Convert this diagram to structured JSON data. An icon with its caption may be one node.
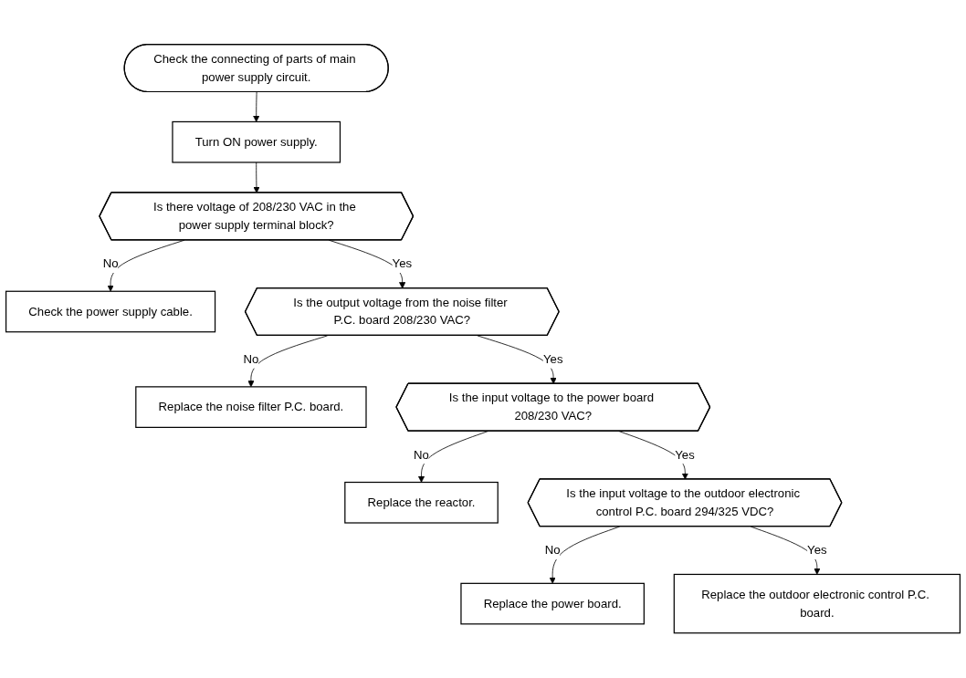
{
  "diagram": {
    "nodes": [
      {
        "text": [
          "Check the connecting of parts of main power supply circuit."
        ]
      },
      {
        "text": [
          "Turn ON power supply."
        ]
      },
      {
        "text": [
          "Is there voltage of 208/230 VAC in the power supply terminal block?"
        ]
      },
      {
        "text": [
          "Check the power supply cable."
        ]
      },
      {
        "text": [
          "Is the output voltage from the noise filter P.C. board 208/230 VAC?"
        ]
      },
      {
        "text": [
          "Replace the noise filter P.C. board."
        ]
      },
      {
        "text": [
          "Is the input voltage to the power board 208/230 VAC?"
        ]
      },
      {
        "text": [
          "Replace the reactor."
        ]
      },
      {
        "text": [
          "Is the input voltage to the outdoor electronic control P.C. board 294/325 VDC?"
        ]
      },
      {
        "text": [
          "Replace the power board."
        ]
      },
      {
        "text": [
          "Replace the outdoor electronic control P.C. board."
        ]
      }
    ],
    "edges": [
      {
        "from": 0,
        "to": 1,
        "arrow": "to"
      },
      {
        "from": 1,
        "to": 2,
        "arrow": "to"
      },
      {
        "from": 2,
        "to": 3,
        "arrow": "to",
        "label": "No"
      },
      {
        "from": 2,
        "to": 4,
        "arrow": "to",
        "label": "Yes"
      },
      {
        "from": 4,
        "to": 5,
        "arrow": "to",
        "label": "No"
      },
      {
        "from": 4,
        "to": 6,
        "arrow": "to",
        "label": "Yes"
      },
      {
        "from": 6,
        "to": 7,
        "arrow": "to",
        "label": "No"
      },
      {
        "from": 6,
        "to": 8,
        "arrow": "to",
        "label": "Yes"
      },
      {
        "from": 8,
        "to": 9,
        "arrow": "to",
        "label": "No"
      },
      {
        "from": 8,
        "to": 10,
        "arrow": "to",
        "label": "Yes"
      }
    ]
  }
}
